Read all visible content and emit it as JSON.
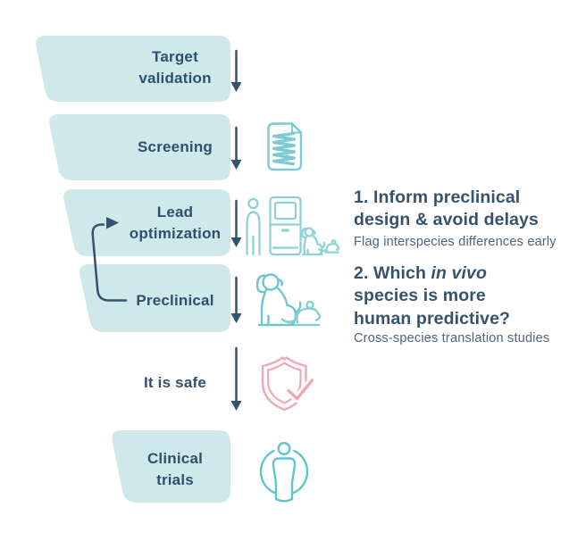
{
  "funnel": {
    "stages": [
      {
        "label": "Target validation"
      },
      {
        "label": "Screening"
      },
      {
        "label": "Lead optimization"
      },
      {
        "label": "Preclinical"
      },
      {
        "label": "It is safe"
      },
      {
        "label": "Clinical trials"
      }
    ]
  },
  "annotations": {
    "first": {
      "title": "1. Inform preclinical design & avoid delays",
      "subtitle": "Flag interspecies differences early"
    },
    "second": {
      "title_prefix": "2. Which ",
      "title_italic": "in vivo",
      "title_suffix": " species is more human predictive?",
      "subtitle": "Cross-species translation studies"
    }
  },
  "icons": {
    "screening": "compound-library-icon",
    "lead_optimization": "scientist-instrument-animals-icon",
    "preclinical": "dog-and-mouse-icon",
    "safety": "shield-check-icon",
    "clinical": "patient-in-circle-icon"
  },
  "colors": {
    "background": "#ffffff",
    "block_fill": "#cfe9eb",
    "text_navy": "#2f4f6e",
    "arrow_navy": "#32536e",
    "icon_teal": "#7ccbd0",
    "icon_teal_light": "#93d4d8",
    "icon_pink": "#f3a7b1"
  }
}
